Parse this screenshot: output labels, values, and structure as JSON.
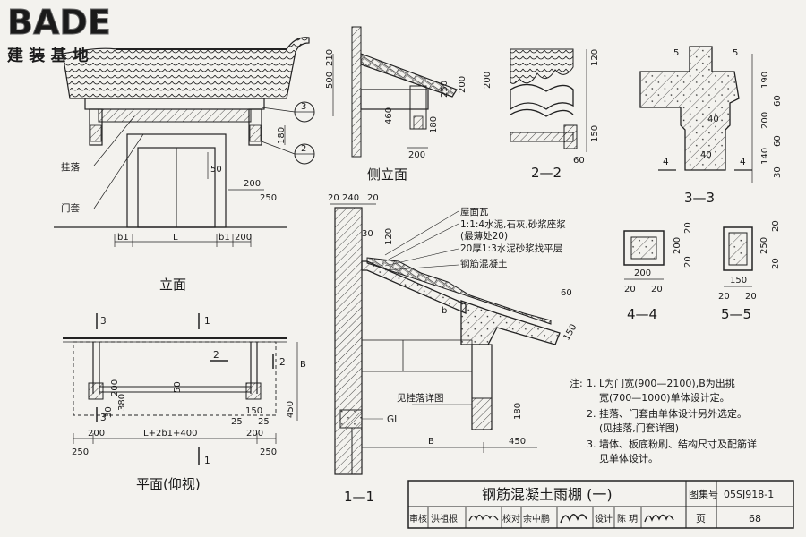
{
  "logo": {
    "brand": "BADE",
    "tagline": "建 装 基 地"
  },
  "views": {
    "elevation": "立面",
    "side_elevation": "侧立面",
    "plan": "平面(仰视)",
    "section_1_1": "1—1",
    "section_2_2": "2—2",
    "section_3_3": "3—3",
    "section_4_4": "4—4",
    "section_5_5": "5—5"
  },
  "labels": {
    "gualuo": "挂落",
    "mentao": "门套",
    "see_gualuo": "见挂落详图",
    "gl": "GL",
    "cut_1": "1",
    "cut_2": "2",
    "cut_3": "3",
    "cut_4": "4",
    "cut_5": "5"
  },
  "layers": [
    "屋面瓦",
    "1:1:4水泥,石灰,砂浆座浆",
    "(最薄处20)",
    "20厚1:3水泥砂浆找平层",
    "钢筋混凝土"
  ],
  "dims": {
    "elev_50": "50",
    "elev_200": "200",
    "elev_250": "250",
    "elev_180": "180",
    "elev_b1_left": "b1",
    "elev_L": "L",
    "elev_b1_right": "b1",
    "elev_200b": "200",
    "side_210": "210",
    "side_500": "500",
    "side_250": "250",
    "side_200": "200",
    "side_460": "460",
    "side_180": "180",
    "side_200b": "200",
    "s22_120": "120",
    "s22_200": "200",
    "s22_150": "150",
    "s22_60": "60",
    "s33_5a": "5",
    "s33_5b": "5",
    "s33_190": "190",
    "s33_60a": "60",
    "s33_200": "200",
    "s33_60b": "60",
    "s33_140": "140",
    "s33_30": "30",
    "s33_40a": "40",
    "s33_40b": "40",
    "s33_4a": "4",
    "s33_4b": "4",
    "s44_200w": "200",
    "s44_20a": "20",
    "s44_20b": "20",
    "s44_200h": "200",
    "s44_20c": "20",
    "s44_20d": "20",
    "s55_150w": "150",
    "s55_20a": "20",
    "s55_20b": "20",
    "s55_250h": "250",
    "s55_20c": "20",
    "s55_20d": "20",
    "s11_20a": "20",
    "s11_240": "240",
    "s11_20b": "20",
    "s11_30": "30",
    "s11_120": "120",
    "s11_60": "60",
    "s11_150": "150",
    "s11_b": "b",
    "s11_B": "B",
    "s11_450": "450",
    "s11_180": "180",
    "plan_200a": "200",
    "plan_380": "380",
    "plan_50": "50",
    "plan_150": "150",
    "plan_25a": "25",
    "plan_25b": "25",
    "plan_450": "450",
    "plan_B": "B",
    "plan_200b": "200",
    "plan_L2b1": "L+2b1+400",
    "plan_200c": "200",
    "plan_250a": "250",
    "plan_250b": "250",
    "plan_30": "30"
  },
  "notes": {
    "head": "注:",
    "n1a": "1.  L为门宽(900—2100),B为出挑",
    "n1b": "宽(700—1000)单体设计定。",
    "n2a": "2.  挂落、门套由单体设计另外选定。",
    "n2b": "(见挂落,门套详图)",
    "n3a": "3.  墙体、板底粉刷、结构尺寸及配筋详",
    "n3b": "见单体设计。"
  },
  "title_block": {
    "title": "钢筋混凝土雨棚 (一)",
    "atlas_label": "图集号",
    "atlas_no": "05SJ918-1",
    "page_label": "页",
    "page_no": "68",
    "review_label": "审核",
    "review_name": "洪祖根",
    "check_label": "校对",
    "check_name": "余中鹏",
    "design_label": "设计",
    "design_name": "陈 玥"
  }
}
